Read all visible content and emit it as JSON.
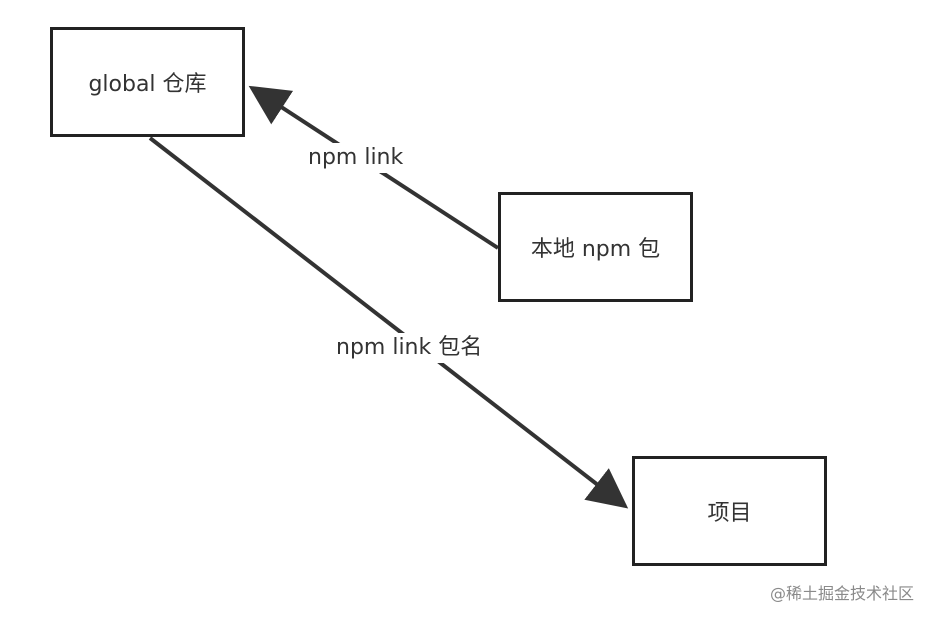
{
  "nodes": {
    "global_repo": "global 仓库",
    "local_package": "本地 npm 包",
    "project": "项目"
  },
  "edges": {
    "npm_link": "npm link",
    "npm_link_package": "npm link 包名"
  },
  "watermark": "@稀土掘金技术社区",
  "colors": {
    "line": "#333333",
    "border": "#222222",
    "text": "#333333",
    "watermark": "#8a8a8a",
    "background": "#ffffff"
  }
}
